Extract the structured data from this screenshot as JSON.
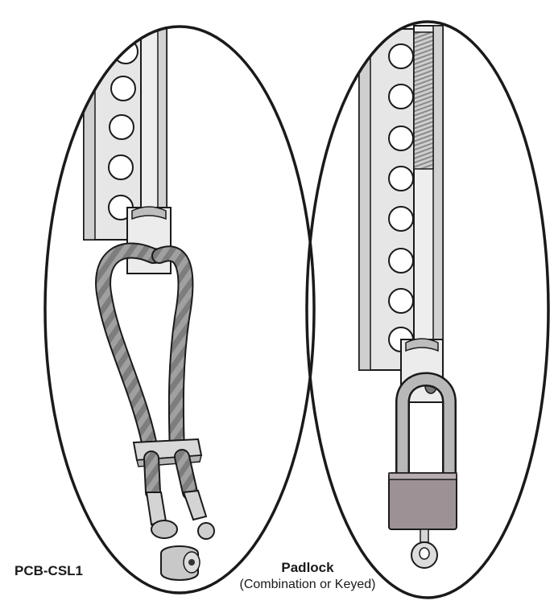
{
  "labels": {
    "left_title": "PCB-CSL1",
    "right_title": "Padlock",
    "right_subtitle": "(Combination or Keyed)"
  },
  "colors": {
    "outline": "#1a1a1a",
    "rail": "#e2e2e2",
    "rail_shade": "#c9c9c9",
    "rope": "#9a9a9a",
    "rope_dark": "#6a6a6a",
    "shackle": "#b5b5b5",
    "padlock_body": "#9b8f93",
    "key": "#d4d4d4"
  }
}
